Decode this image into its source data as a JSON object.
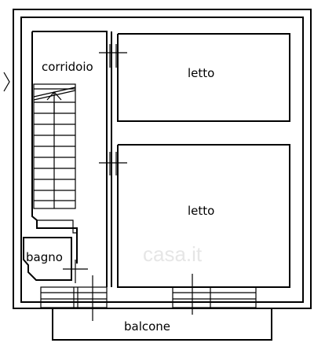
{
  "floorplan": {
    "rooms": {
      "corridor": "corridoio",
      "bedroom_top": "letto",
      "bedroom_bottom": "letto",
      "bathroom": "bagno",
      "balcony": "balcone"
    },
    "watermark": "casa.it"
  }
}
